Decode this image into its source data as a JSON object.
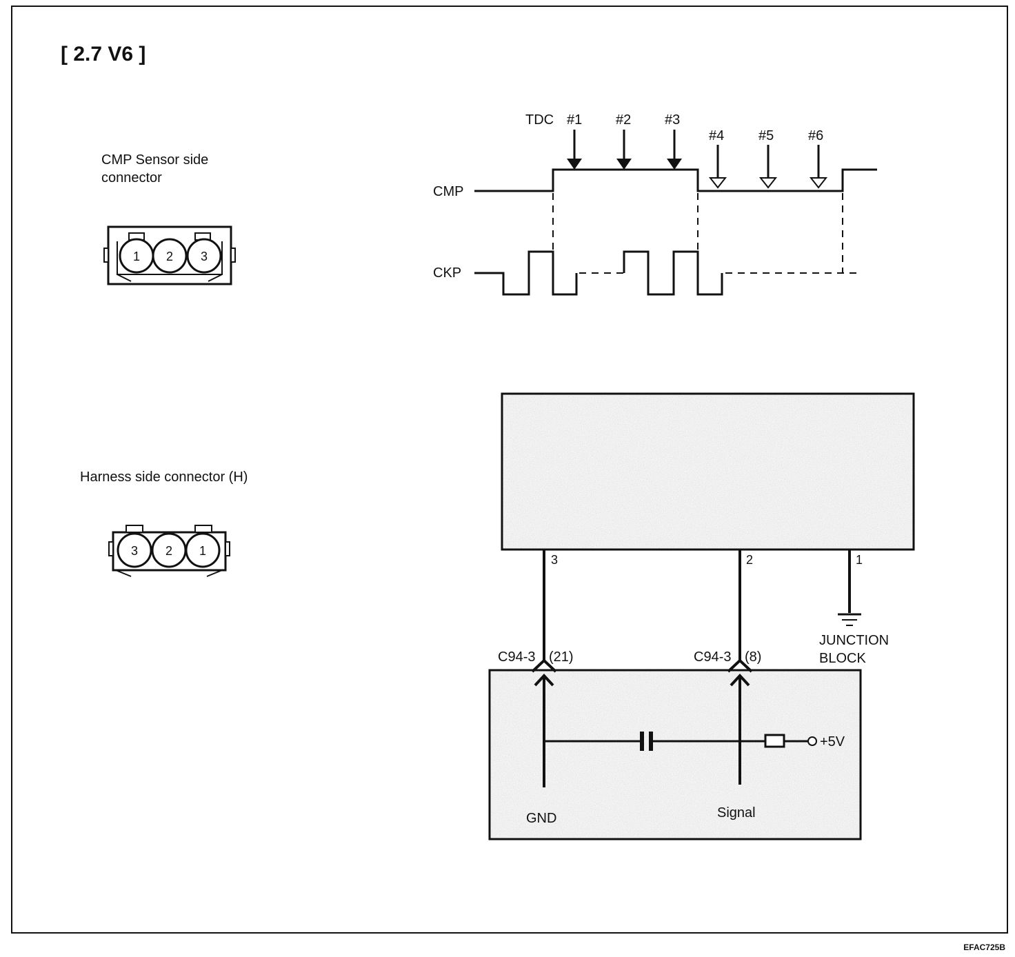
{
  "title": "[ 2.7 V6 ]",
  "cmp_connector": {
    "label_line1": "CMP Sensor side",
    "label_line2": "connector",
    "pins": [
      "1",
      "2",
      "3"
    ]
  },
  "harness_connector": {
    "label": "Harness side connector (H)",
    "pins": [
      "3",
      "2",
      "1"
    ]
  },
  "waveform": {
    "tdc_label": "TDC",
    "cylinders": [
      "#1",
      "#2",
      "#3",
      "#4",
      "#5",
      "#6"
    ],
    "cmp_label": "CMP",
    "ckp_label": "CKP"
  },
  "circuit": {
    "sensor_pins": [
      "3",
      "2",
      "1"
    ],
    "junction_line1": "JUNCTION",
    "junction_line2": "BLOCK",
    "conn_left_code": "C94-3",
    "conn_left_pin": "(21)",
    "conn_right_code": "C94-3",
    "conn_right_pin": "(8)",
    "supply_label": "+5V",
    "gnd_label": "GND",
    "signal_label": "Signal"
  },
  "figure_code": "EFAC725B"
}
